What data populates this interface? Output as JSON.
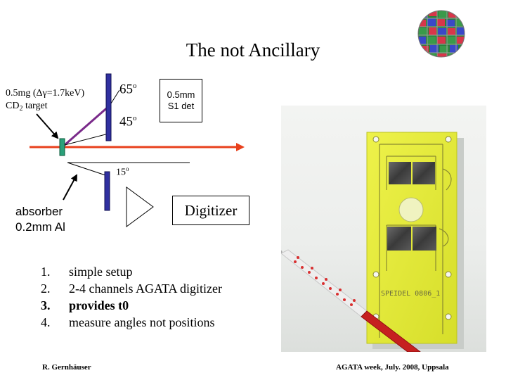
{
  "title": "The not Ancillary",
  "target": {
    "line1": "0.5mg (Δγ=1.7keV)",
    "line2_pre": "CD",
    "line2_sub": "2",
    "line2_post": " target"
  },
  "angles": {
    "a65": "65",
    "a45": "45",
    "a15": "15",
    "degree_symbol": "o"
  },
  "detector": {
    "line1": "0.5mm",
    "line2": "S1 det"
  },
  "digitizer_label": "Digitizer",
  "absorber": {
    "line1": "absorber",
    "line2": "0.2mm Al"
  },
  "list": [
    {
      "num": "1.",
      "text": "simple setup"
    },
    {
      "num": "2.",
      "text": "2-4 channels AGATA digitizer"
    },
    {
      "num": "3.",
      "text": "provides t0"
    },
    {
      "num": "4.",
      "text": "measure angles not positions"
    }
  ],
  "footer": {
    "left": "R. Gernhäuser",
    "right": "AGATA week,  July. 2008, Uppsala"
  },
  "photo": {
    "board_label": "SPEIDEL  0806_1"
  },
  "colors": {
    "beam": "#e8401c",
    "detector": "#3030a0",
    "target": "#2aa07a",
    "scatter_line": "#7a2a8a",
    "board": "#e8f03a"
  },
  "icons": [
    "agata-sphere-logo"
  ]
}
